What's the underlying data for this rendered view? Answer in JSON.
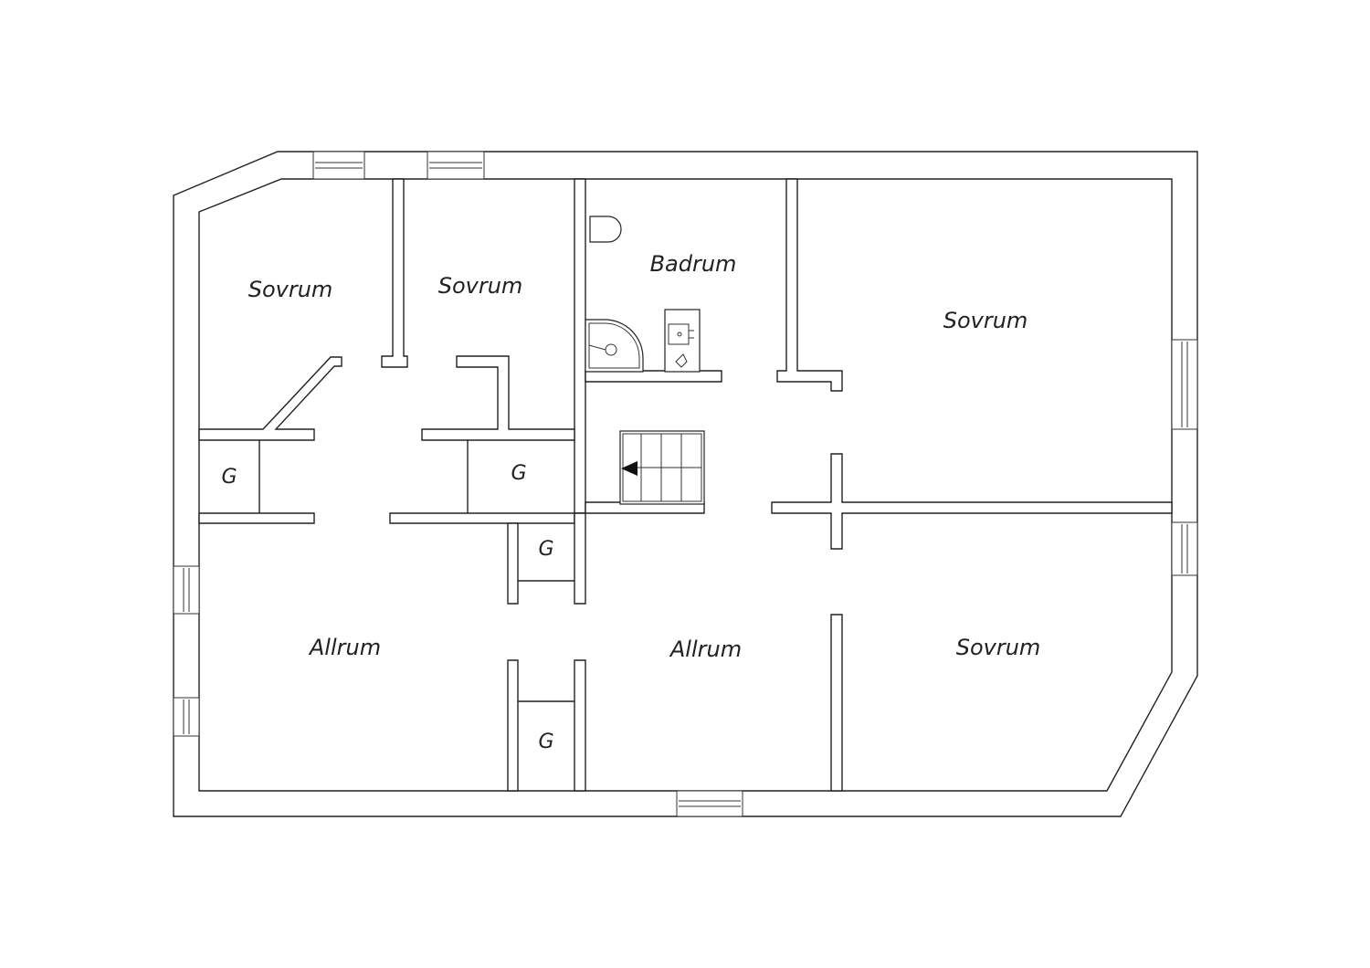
{
  "rooms": {
    "bedroom_top_left": "Sovrum",
    "bedroom_top_middle": "Sovrum",
    "bathroom": "Badrum",
    "bedroom_top_right": "Sovrum",
    "living_left": "Allrum",
    "living_center": "Allrum",
    "bedroom_bottom_right": "Sovrum"
  },
  "closets": {
    "closet_left": "G",
    "closet_middle": "G",
    "closet_center_upper": "G",
    "closet_center_lower": "G"
  },
  "colors": {
    "wall_stroke": "#222222",
    "background": "#ffffff"
  },
  "icons": {
    "stairs_arrow": "left-arrow-icon",
    "toilet": "toilet-icon",
    "shower": "shower-icon",
    "sink": "sink-icon"
  }
}
